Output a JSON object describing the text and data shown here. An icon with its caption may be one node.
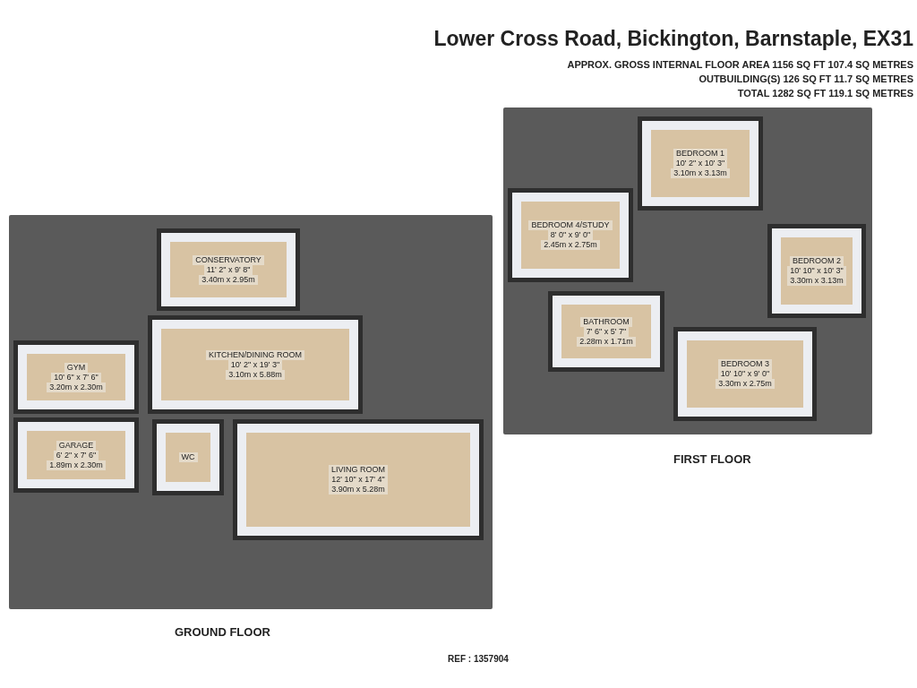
{
  "diagram": {
    "title": "Lower Cross Road, Bickington, Barnstaple, EX31",
    "nodes": [
      {
        "text": [
          "GROUND FLOOR"
        ]
      },
      {
        "text": [
          "CONSERVATORY",
          "11' 2\" x 9' 8\"",
          "3.40m x 2.95m"
        ],
        "in": 0
      },
      {
        "text": [
          "KITCHEN/DINING ROOM",
          "10' 2\" x 19' 3\"",
          "3.10m x 5.88m"
        ],
        "in": 0
      },
      {
        "text": [
          "GYM",
          "10' 6\" x 7' 6\"",
          "3.20m x 2.30m"
        ],
        "in": 0
      },
      {
        "text": [
          "GARAGE",
          "6' 2\" x 7' 6\"",
          "1.89m x 2.30m"
        ],
        "in": 0
      },
      {
        "text": [
          "WC"
        ],
        "in": 0
      },
      {
        "text": [
          "LIVING ROOM",
          "12' 10\" x 17' 4\"",
          "3.90m x 5.28m"
        ],
        "in": 0
      },
      {
        "text": [
          "FIRST FLOOR"
        ]
      },
      {
        "text": [
          "BEDROOM 1",
          "10' 2\" x 10' 3\"",
          "3.10m x 3.13m"
        ],
        "in": 7
      },
      {
        "text": [
          "BEDROOM 4/STUDY",
          "8' 0\" x 9' 0\"",
          "2.45m x 2.75m"
        ],
        "in": 7
      },
      {
        "text": [
          "BEDROOM 2",
          "10' 10\" x 10' 3\"",
          "3.30m x 3.13m"
        ],
        "in": 7
      },
      {
        "text": [
          "BATHROOM",
          "7' 6\" x 5' 7\"",
          "2.28m x 1.71m"
        ],
        "in": 7
      },
      {
        "text": [
          "BEDROOM 3",
          "10' 10\" x 9' 0\"",
          "3.30m x 2.75m"
        ],
        "in": 7
      }
    ],
    "labels": [
      "APPROX. GROSS INTERNAL FLOOR AREA 1156 SQ FT 107.4 SQ METRES",
      "OUTBUILDING(S) 126 SQ FT 11.7 SQ METRES",
      "TOTAL 1282 SQ FT 119.1 SQ METRES",
      "REF : 1357904"
    ]
  }
}
